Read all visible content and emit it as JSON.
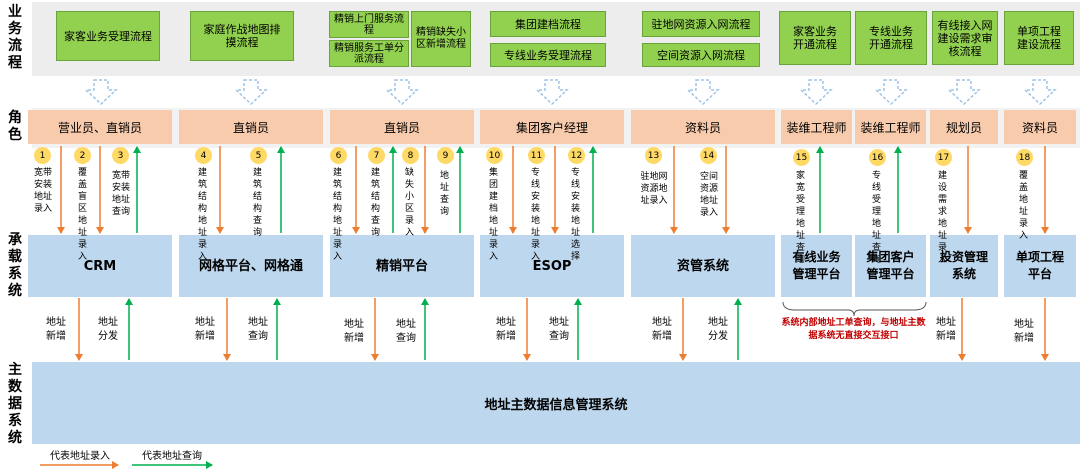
{
  "labels": {
    "business": "业务流程",
    "role": "角色",
    "carrier": "承载系统",
    "master": "主数据系统"
  },
  "processes": [
    "家客业务受理流程",
    "家庭作战地图排摸流程",
    "精销上门服务流程",
    "精销服务工单分派流程",
    "精销缺失小区新增流程",
    "集团建档流程",
    "专线业务受理流程",
    "驻地网资源入网流程",
    "空间资源入网流程",
    "家客业务开通流程",
    "专线业务开通流程",
    "有线接入网建设需求审核流程",
    "单项工程建设流程"
  ],
  "roles": [
    "营业员、直销员",
    "直销员",
    "直销员",
    "集团客户经理",
    "资料员",
    "装维工程师",
    "装维工程师",
    "规划员",
    "资料员"
  ],
  "systems": [
    "CRM",
    "网格平台、网格通",
    "精销平台",
    "ESOP",
    "资管系统",
    "有线业务管理平台",
    "集团客户管理平台",
    "投资管理系统",
    "单项工程平台"
  ],
  "steps": [
    {
      "num": "1",
      "text": "宽带安装地址录入"
    },
    {
      "num": "2",
      "text": "覆盖盲区地址录入"
    },
    {
      "num": "3",
      "text": "宽带安装地址查询"
    },
    {
      "num": "4",
      "text": "建筑结构地址录入"
    },
    {
      "num": "5",
      "text": "建筑结构查询"
    },
    {
      "num": "6",
      "text": "建筑结构地址录入"
    },
    {
      "num": "7",
      "text": "建筑结构查询"
    },
    {
      "num": "8",
      "text": "缺失小区录入"
    },
    {
      "num": "9",
      "text": "地址查询"
    },
    {
      "num": "10",
      "text": "集团建档地址录入"
    },
    {
      "num": "11",
      "text": "专线安装地址录入"
    },
    {
      "num": "12",
      "text": "专线安装地址选择"
    },
    {
      "num": "13",
      "text": "驻地网资源地址录入"
    },
    {
      "num": "14",
      "text": "空间资源地址录入"
    },
    {
      "num": "15",
      "text": "家宽受理地址查询"
    },
    {
      "num": "16",
      "text": "专线受理地址查询"
    },
    {
      "num": "17",
      "text": "建设需求地址录入"
    },
    {
      "num": "18",
      "text": "覆盖地址录入"
    }
  ],
  "mid": [
    "地址新增",
    "地址分发",
    "地址新增",
    "地址查询",
    "地址新增",
    "地址查询",
    "地址新增",
    "地址查询",
    "地址新增",
    "地址分发",
    "地址新增",
    "地址新增"
  ],
  "note": "系统内部地址工单查询，与地址主数据系统无直接交互接口",
  "master_title": "地址主数据信息管理系统",
  "legend": {
    "entry": "代表地址录入",
    "query": "代表地址查询"
  },
  "colors": {
    "entry": "#ed7d31",
    "query": "#00b050",
    "process": "#92d050",
    "role": "#f8cbad",
    "system": "#bdd7ee",
    "band": "#ededed",
    "note": "#c00000"
  }
}
